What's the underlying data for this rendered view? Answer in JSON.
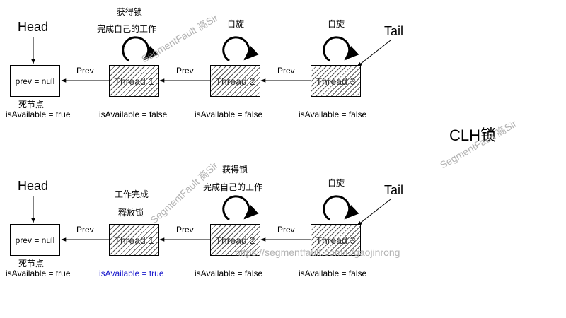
{
  "title": "CLH锁",
  "watermarks": {
    "brand": "SegmentFault 高Sir",
    "url": "https://segmentfault.com/u/gaojinrong"
  },
  "colors": {
    "highlight": "#1a1acc"
  },
  "rows": [
    {
      "head_label": "Head",
      "tail_label": "Tail",
      "dead_node": {
        "text": "prev = null",
        "caption": "死节点",
        "status": "isAvailable = true"
      },
      "prev_labels": [
        "Prev",
        "Prev",
        "Prev"
      ],
      "threads": [
        {
          "name": "Thread 1",
          "status": "isAvailable = false",
          "note_lines": [
            "获得锁",
            "完成自己的工作"
          ]
        },
        {
          "name": "Thread 2",
          "status": "isAvailable = false",
          "note_lines": [
            "自旋"
          ]
        },
        {
          "name": "Thread 3",
          "status": "isAvailable = false",
          "note_lines": [
            "自旋"
          ]
        }
      ]
    },
    {
      "head_label": "Head",
      "tail_label": "Tail",
      "dead_node": {
        "text": "prev = null",
        "caption": "死节点",
        "status": "isAvailable = true"
      },
      "prev_labels": [
        "Prev",
        "Prev",
        "Prev"
      ],
      "threads": [
        {
          "name": "Thread 1",
          "status": "isAvailable = true",
          "note_lines": [
            "工作完成",
            "释放锁"
          ]
        },
        {
          "name": "Thread 2",
          "status": "isAvailable = false",
          "note_lines": [
            "获得锁",
            "完成自己的工作"
          ]
        },
        {
          "name": "Thread 3",
          "status": "isAvailable = false",
          "note_lines": [
            "自旋"
          ]
        }
      ]
    }
  ]
}
